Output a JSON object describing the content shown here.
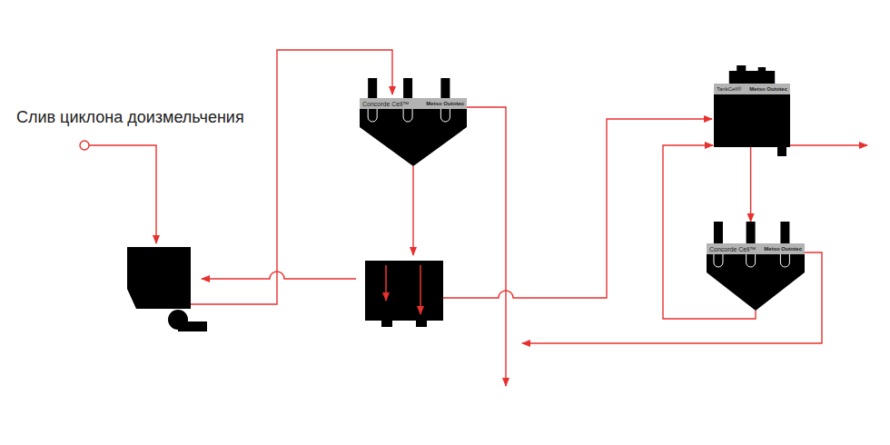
{
  "diagram": {
    "nodes": [
      {
        "text": [
          "Concorde Cell™",
          "Metso Outotec"
        ]
      },
      {
        "text": [
          "TankCell®",
          "Metso Outotec"
        ]
      },
      {
        "text": [
          "Concorde Cell™",
          "Metso Outotec"
        ]
      }
    ],
    "edges": [
      {
        "from": 1,
        "to": 2,
        "arrow": "to"
      },
      {
        "from": 2,
        "to": 1,
        "arrow": "to"
      }
    ],
    "labels": [
      "Слив циклона доизмельчения"
    ]
  }
}
